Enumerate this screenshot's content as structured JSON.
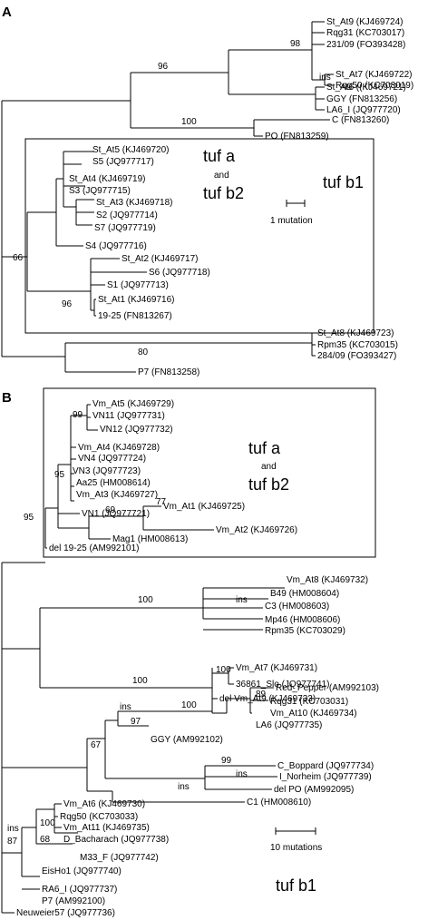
{
  "panels": {
    "A": {
      "letter": "A",
      "box_labels": [
        "tuf a",
        "and",
        "tuf b2"
      ],
      "outside_label": "tuf b1",
      "scale_label": "1 mutation",
      "leaves": [
        "St_At9 (KJ469724)",
        "Rqg31 (KC703017)",
        "231/09 (FO393428)",
        "St_At7 (KJ469722)",
        "Rqg50 (KC703019)",
        "St_At6 ((KJ469721)",
        "GGY (FN813256)",
        "LA6_I (JQ977720)",
        "C (FN813260)",
        "PO (FN813259)",
        "St_At5 (KJ469720)",
        "S5 (JQ977717)",
        "St_At4 (KJ469719)",
        "S3 (JQ977715)",
        "St_At3 (KJ469718)",
        "S2 (JQ977714)",
        "S7 (JQ977719)",
        "S4 (JQ977716)",
        "St_At2 (KJ469717)",
        "S6 (JQ977718)",
        "S1 (JQ977713)",
        "St_At1 (KJ469716)",
        "19-25 (FN813267)",
        "St_At8 (KJ469723)",
        "Rpm35 (KC703015)",
        "284/09 (FO393427)",
        "P7 (FN813258)"
      ],
      "annotations": [
        "98",
        "ins",
        "96",
        "100",
        "66",
        "96",
        "80"
      ]
    },
    "B": {
      "letter": "B",
      "box_labels": [
        "tuf a",
        "and",
        "tuf b2"
      ],
      "outside_label": "tuf b1",
      "scale_label": "10 mutations",
      "leaves": [
        "Vm_At5 (KJ469729)",
        "VN11 (JQ977731)",
        "VN12 (JQ977732)",
        "Vm_At4 (KJ469728)",
        "VN4 (JQ977724)",
        "VN3 (JQ977723)",
        "Aa25 (HM008614)",
        "Vm_At3 (KJ469727)",
        "VN1 (JQ977721)",
        "Vm_At1 (KJ469725)",
        "Vm_At2 (KJ469726)",
        "Mag1 (HM008613)",
        "del 19-25 (AM992101)",
        "Vm_At8 (KJ469732)",
        "B49 (HM008604)",
        "C3 (HM008603)",
        "Mp46 (HM008606)",
        "Rpm35 (KC703029)",
        "Vm_At7 (KJ469731)",
        "36861_Slo (JQ977741)",
        "del Vm_At9 (KJ469733)",
        "Red_Pepper (AM992103)",
        "Rqg31 (KC703031)",
        "Vm_At10 (KJ469734)",
        "LA6 (JQ977735)",
        "GGY (AM992102)",
        "C_Boppard (JQ977734)",
        "I_Norheim (JQ977739)",
        "del PO (AM992095)",
        "C1 (HM008610)",
        "Vm_At6 (KJ469730)",
        "Rqg50 (KC703033)",
        "Vm_At11 (KJ469735)",
        "D_Bacharach (JQ977738)",
        "M33_F (JQ977742)",
        "EisHo1 (JQ977740)",
        "RA6_I (JQ977737)",
        "P7 (AM992100)",
        "Neuweier57 (JQ977736)"
      ],
      "annotations": [
        "99",
        "95",
        "77",
        "69",
        "95",
        "100",
        "ins",
        "100",
        "100",
        "89",
        "100",
        "ins",
        "97",
        "67",
        "99",
        "ins",
        "ins",
        "100",
        "68",
        "ins",
        "87"
      ]
    }
  }
}
